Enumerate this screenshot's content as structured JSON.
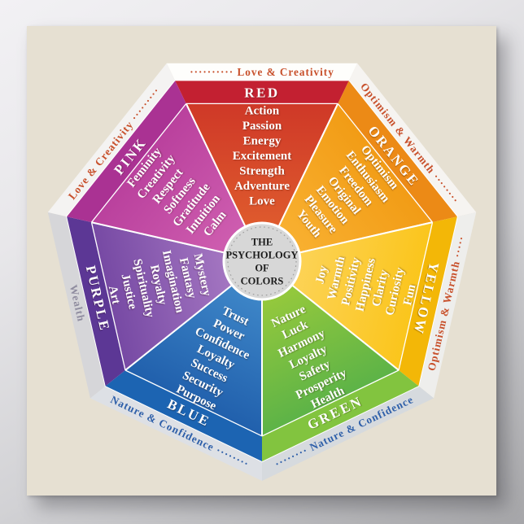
{
  "poster": {
    "bg_color": "#e6e0d2"
  },
  "center": {
    "lines": [
      "THE",
      "PSYCHOLOGY",
      "OF",
      "COLORS"
    ],
    "text_color": "#1c1c1c",
    "circle_color": "#d7d7d7"
  },
  "segments": [
    {
      "id": "red",
      "label": "RED",
      "words": [
        "Action",
        "Passion",
        "Energy",
        "Excitement",
        "Strength",
        "Adventure",
        "Love"
      ],
      "rim": {
        "text": "Love & Creativity",
        "dots_before": 10,
        "dots_after": 0,
        "color": "#c8502b"
      },
      "colors": {
        "band": "#c32031",
        "outer": "#cb3026",
        "inner": "#e05e2e",
        "rim_bg": "#fefefc"
      }
    },
    {
      "id": "orange",
      "label": "ORANGE",
      "words": [
        "Optimism",
        "Enthusiasm",
        "Freedom",
        "Original",
        "Emotion",
        "Pleasure",
        "Youth"
      ],
      "rim": {
        "text": "Optimism & Warmth",
        "dots_before": 0,
        "dots_after": 8,
        "color": "#c8502b"
      },
      "colors": {
        "band": "#ec8a16",
        "outer": "#f0970f",
        "inner": "#f9b233",
        "rim_bg": "#f6f4f1"
      }
    },
    {
      "id": "yellow",
      "label": "YELLOW",
      "words": [
        "Joy",
        "Warmth",
        "Positivity",
        "Happiness",
        "Clarity",
        "Curiosity",
        "Fun"
      ],
      "rim": {
        "text": "Optimism & Warmth",
        "dots_before": 0,
        "dots_after": 5,
        "color": "#c8502b"
      },
      "colors": {
        "band": "#f3b707",
        "outer": "#fac20e",
        "inner": "#fdd45c",
        "rim_bg": "#eeeeec"
      }
    },
    {
      "id": "green",
      "label": "GREEN",
      "words": [
        "Nature",
        "Luck",
        "Harmony",
        "Loyalty",
        "Safety",
        "Prosperity",
        "Health"
      ],
      "rim": {
        "text": "Nature & Confidence",
        "dots_before": 8,
        "dots_after": 0,
        "color": "#2e5fa9"
      },
      "colors": {
        "band": "#82c43f",
        "outer": "#4fae4a",
        "inner": "#9bcb3b",
        "rim_bg": "#d6dade"
      }
    },
    {
      "id": "blue",
      "label": "BLUE",
      "words": [
        "Trust",
        "Power",
        "Confidence",
        "Loyalty",
        "Success",
        "Security",
        "Purpose"
      ],
      "rim": {
        "text": "Nature & Confidence",
        "dots_before": 0,
        "dots_after": 8,
        "color": "#2e5fa9"
      },
      "colors": {
        "band": "#1c64b2",
        "outer": "#1a57a6",
        "inner": "#4089ca",
        "rim_bg": "#dde0e5"
      }
    },
    {
      "id": "purple",
      "label": "PURPLE",
      "words": [
        "Mystery",
        "Fantasy",
        "Imagination",
        "Royalty",
        "Spirituality",
        "Justice",
        "Art"
      ],
      "rim": {
        "text": "Wealth",
        "dots_before": 0,
        "dots_after": 0,
        "color": "#908da0"
      },
      "colors": {
        "band": "#5c3795",
        "outer": "#6c3f9d",
        "inner": "#a87ac4",
        "rim_bg": "#d6d6d9"
      }
    },
    {
      "id": "pink",
      "label": "PINK",
      "words": [
        "Feminity",
        "Creativity",
        "Respect",
        "Softness",
        "Gratitude",
        "Intuition",
        "Calm"
      ],
      "rim": {
        "text": "Love & Creativity",
        "dots_before": 0,
        "dots_after": 9,
        "color": "#c8502b"
      },
      "colors": {
        "band": "#aa3293",
        "outer": "#b53a99",
        "inner": "#d060b1",
        "rim_bg": "#f4f3f2"
      }
    }
  ]
}
